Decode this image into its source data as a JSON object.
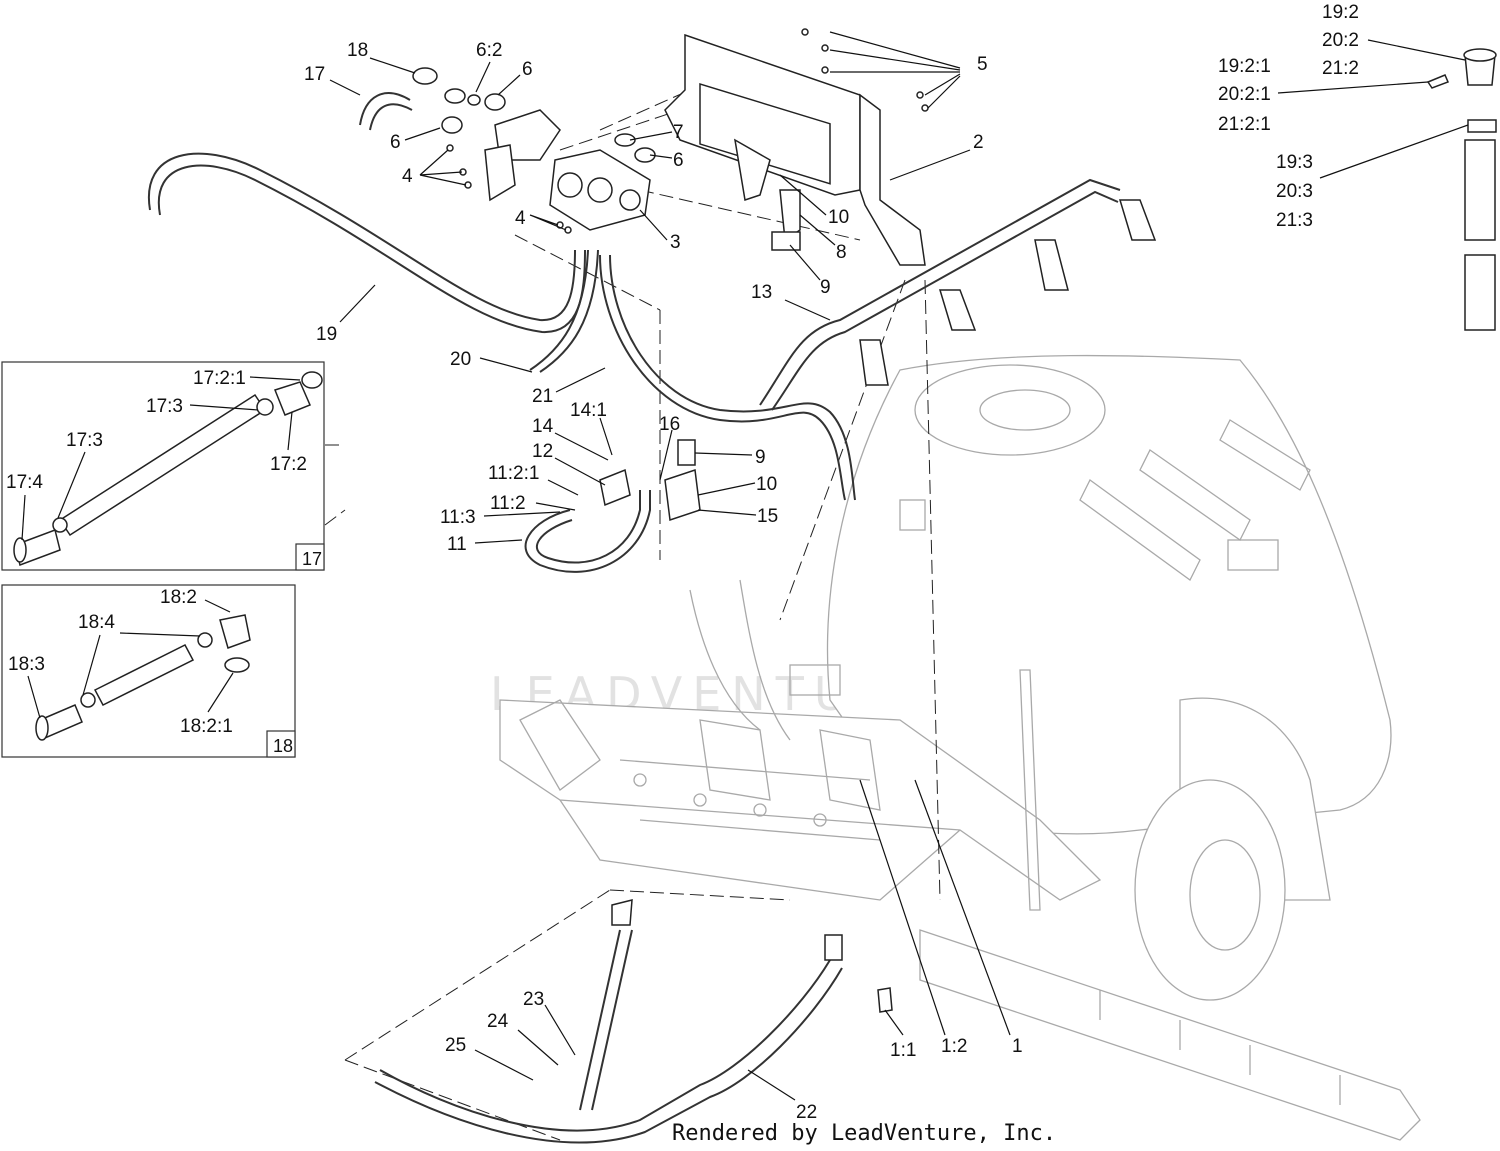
{
  "diagram": {
    "footer": "Rendered by LeadVenture, Inc.",
    "watermark": "LEADVENTURE",
    "callouts": {
      "c18": "18",
      "c17": "17",
      "c6_2": "6:2",
      "c6a": "6",
      "c6b": "6",
      "c6c": "6",
      "c5": "5",
      "c7": "7",
      "c4a": "4",
      "c4b": "4",
      "c2": "2",
      "c3": "3",
      "c10a": "10",
      "c8": "8",
      "c9a": "9",
      "c13": "13",
      "c19": "19",
      "c20": "20",
      "c21": "21",
      "c14_1": "14:1",
      "c14": "14",
      "c16": "16",
      "c12": "12",
      "c9b": "9",
      "c10b": "10",
      "c11_2_1": "11:2:1",
      "c11_2": "11:2",
      "c15": "15",
      "c11_3": "11:3",
      "c11": "11",
      "c19_2": "19:2",
      "c20_2": "20:2",
      "c21_2": "21:2",
      "c19_2_1": "19:2:1",
      "c20_2_1": "20:2:1",
      "c21_2_1": "21:2:1",
      "c19_3": "19:3",
      "c20_3": "20:3",
      "c21_3": "21:3",
      "c23": "23",
      "c24": "24",
      "c25": "25",
      "c22": "22",
      "c1_1": "1:1",
      "c1_2": "1:2",
      "c1": "1"
    },
    "inset17": {
      "number": "17",
      "c17_2_1": "17:2:1",
      "c17_3a": "17:3",
      "c17_3b": "17:3",
      "c17_2": "17:2",
      "c17_4": "17:4"
    },
    "inset18": {
      "number": "18",
      "c18_2": "18:2",
      "c18_4": "18:4",
      "c18_3": "18:3",
      "c18_2_1": "18:2:1"
    }
  }
}
